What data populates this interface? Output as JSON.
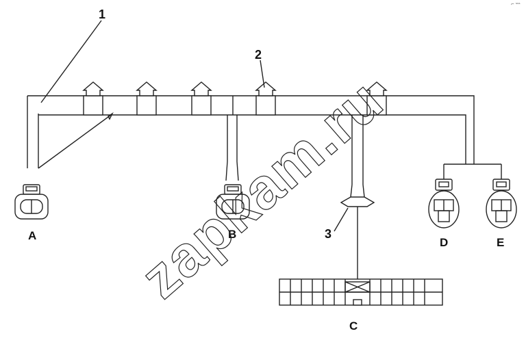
{
  "callouts": {
    "one": "1",
    "two": "2",
    "three": "3"
  },
  "connectors": {
    "a": "A",
    "b": "B",
    "c": "C",
    "d": "D",
    "e": "E"
  },
  "watermark": "zapkam.ru",
  "corner_mark": "⌐ ˢˢˢ"
}
